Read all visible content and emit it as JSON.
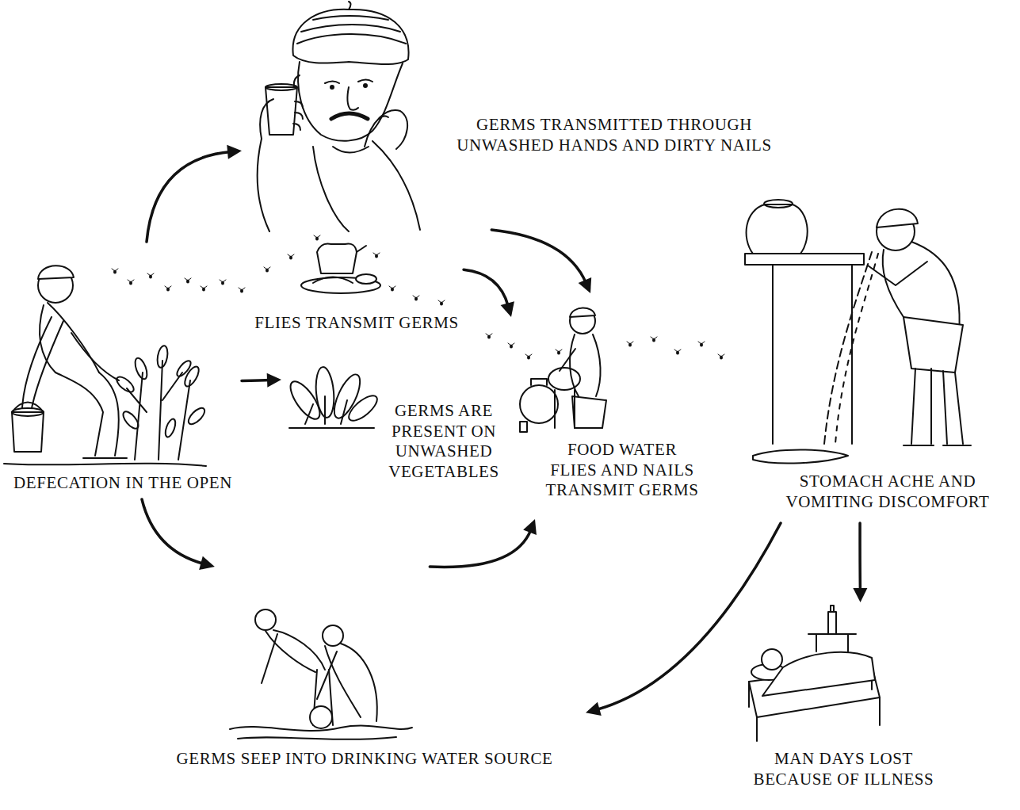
{
  "diagram": {
    "nodes": [
      {
        "text": [
          "GERMS TRANSMITTED THROUGH UNWASHED HANDS AND DIRTY NAILS"
        ]
      },
      {
        "text": [
          "DEFECATION IN THE OPEN"
        ]
      },
      {
        "text": [
          "FLIES TRANSMIT GERMS"
        ]
      },
      {
        "text": [
          "GERMS ARE PRESENT ON UNWASHED VEGETABLES"
        ]
      },
      {
        "text": [
          "FOOD WATER FLIES AND NAILS TRANSMIT GERMS"
        ]
      },
      {
        "text": [
          "STOMACH ACHE AND VOMITING DISCOMFORT"
        ]
      },
      {
        "text": [
          "GERMS SEEP INTO DRINKING WATER SOURCE"
        ]
      },
      {
        "text": [
          "MAN DAYS LOST BECAUSE OF ILLNESS"
        ]
      }
    ],
    "edges": [
      {
        "from": 1,
        "to": 0,
        "arrow": "to"
      },
      {
        "from": 1,
        "to": 3,
        "arrow": "to"
      },
      {
        "from": 1,
        "to": 6,
        "arrow": "to"
      },
      {
        "from": 0,
        "to": 4,
        "arrow": "to"
      },
      {
        "from": 2,
        "to": 4,
        "arrow": "to"
      },
      {
        "from": 6,
        "to": 4,
        "arrow": "to"
      },
      {
        "from": 5,
        "to": 6,
        "arrow": "to"
      },
      {
        "from": 5,
        "to": 7,
        "arrow": "to"
      }
    ]
  }
}
